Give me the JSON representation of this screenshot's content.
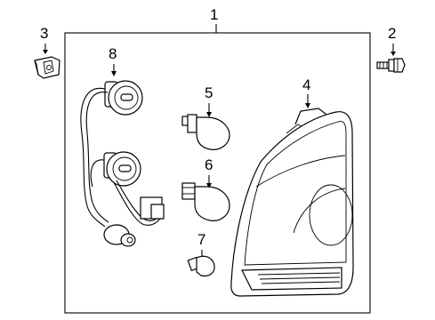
{
  "diagram": {
    "callouts": [
      {
        "id": "1",
        "label": "1"
      },
      {
        "id": "2",
        "label": "2"
      },
      {
        "id": "3",
        "label": "3"
      },
      {
        "id": "4",
        "label": "4"
      },
      {
        "id": "5",
        "label": "5"
      },
      {
        "id": "6",
        "label": "6"
      },
      {
        "id": "7",
        "label": "7"
      },
      {
        "id": "8",
        "label": "8"
      }
    ],
    "parts": [
      {
        "callout": "1",
        "name": "tail-lamp-assembly-frame"
      },
      {
        "callout": "2",
        "name": "bolt"
      },
      {
        "callout": "3",
        "name": "clip-nut"
      },
      {
        "callout": "4",
        "name": "tail-lamp-lens-housing"
      },
      {
        "callout": "5",
        "name": "bulb"
      },
      {
        "callout": "6",
        "name": "bulb"
      },
      {
        "callout": "7",
        "name": "wedge-bulb"
      },
      {
        "callout": "8",
        "name": "socket-and-wire-harness"
      }
    ]
  }
}
